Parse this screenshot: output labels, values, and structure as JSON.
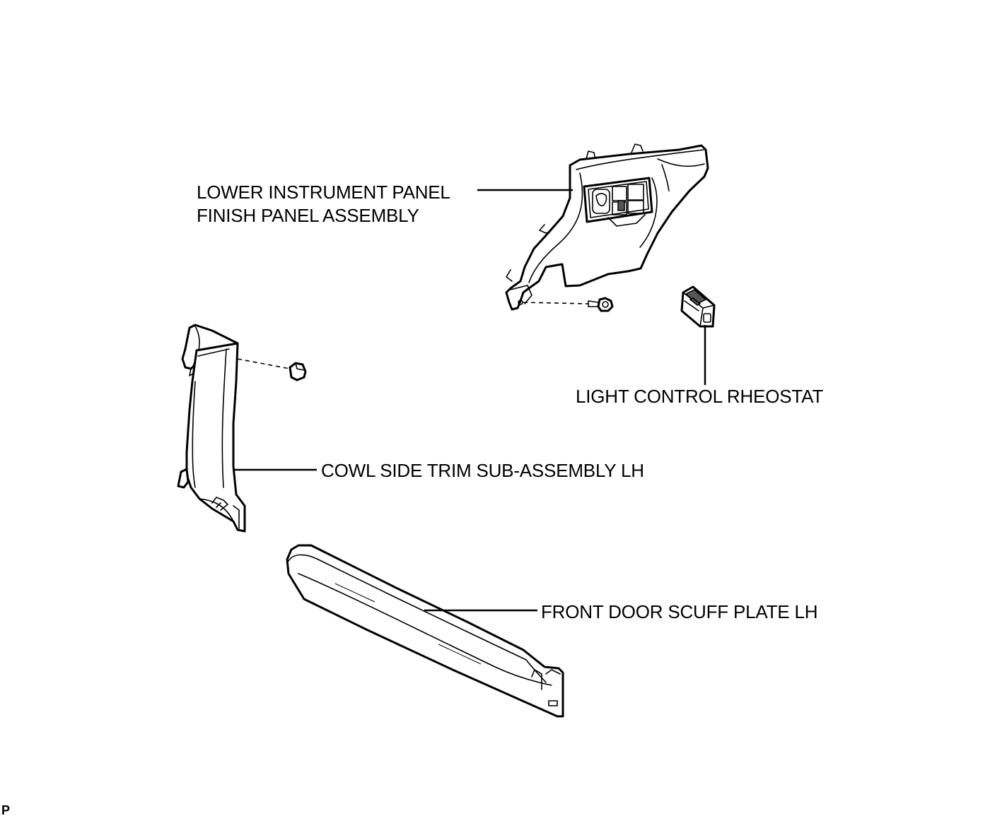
{
  "labels": {
    "lower_panel_line1": "LOWER INSTRUMENT PANEL",
    "lower_panel_line2": "FINISH PANEL ASSEMBLY",
    "rheostat": "LIGHT CONTROL RHEOSTAT",
    "cowl_side_trim": "COWL SIDE TRIM SUB-ASSEMBLY LH",
    "scuff_plate": "FRONT DOOR SCUFF PLATE LH"
  },
  "corner_mark": "P"
}
